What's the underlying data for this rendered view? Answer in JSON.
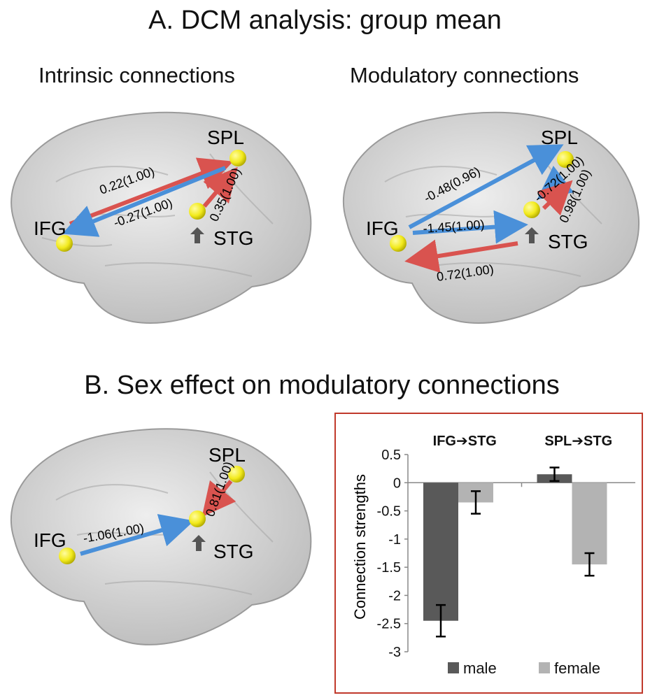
{
  "titles": {
    "main": "A. DCM analysis: group mean",
    "sex_effect": "B. Sex effect on modulatory connections"
  },
  "subheads": {
    "intrinsic": "Intrinsic connections",
    "modulatory": "Modulatory connections"
  },
  "regions": {
    "ifg": "IFG",
    "spl": "SPL",
    "stg": "STG"
  },
  "intrinsic_labels": {
    "ifg_to_spl": "0.22(1.00)",
    "spl_to_ifg": "-0.27(1.00)",
    "stg_to_spl": "0.35(1.00)"
  },
  "modulatory_labels": {
    "ifg_to_spl": "-0.48(0.96)",
    "spl_to_stg": "-0.72(1.00)",
    "ifg_to_stg": "-1.45(1.00)",
    "stg_to_spl": "0.98(1.00)",
    "stg_to_ifg": "0.72(1.00)"
  },
  "sex_labels": {
    "ifg_to_stg": "-1.06(1.00)",
    "spl_to_stg": "0.81(1.00)"
  },
  "colors": {
    "positive_arrow": "#d9534f",
    "negative_arrow": "#4a90d9",
    "node": "#f2ea1c",
    "male_bar": "#595959",
    "female_bar": "#b3b3b3",
    "frame": "#c0392b"
  },
  "chart_data": {
    "type": "bar",
    "categories": [
      "IFG➔STG",
      "SPL➔STG"
    ],
    "series": [
      {
        "name": "male",
        "values": [
          -2.45,
          0.15
        ],
        "errors": [
          0.28,
          0.12
        ]
      },
      {
        "name": "female",
        "values": [
          -0.35,
          -1.45
        ],
        "errors": [
          0.2,
          0.2
        ]
      }
    ],
    "ylabel": "Connection strengths",
    "ylim": [
      -3,
      0.5
    ],
    "yticks": [
      "0.5",
      "0",
      "-0.5",
      "-1",
      "-1.5",
      "-2",
      "-2.5",
      "-3"
    ],
    "legend": "bottom",
    "grid": false
  }
}
